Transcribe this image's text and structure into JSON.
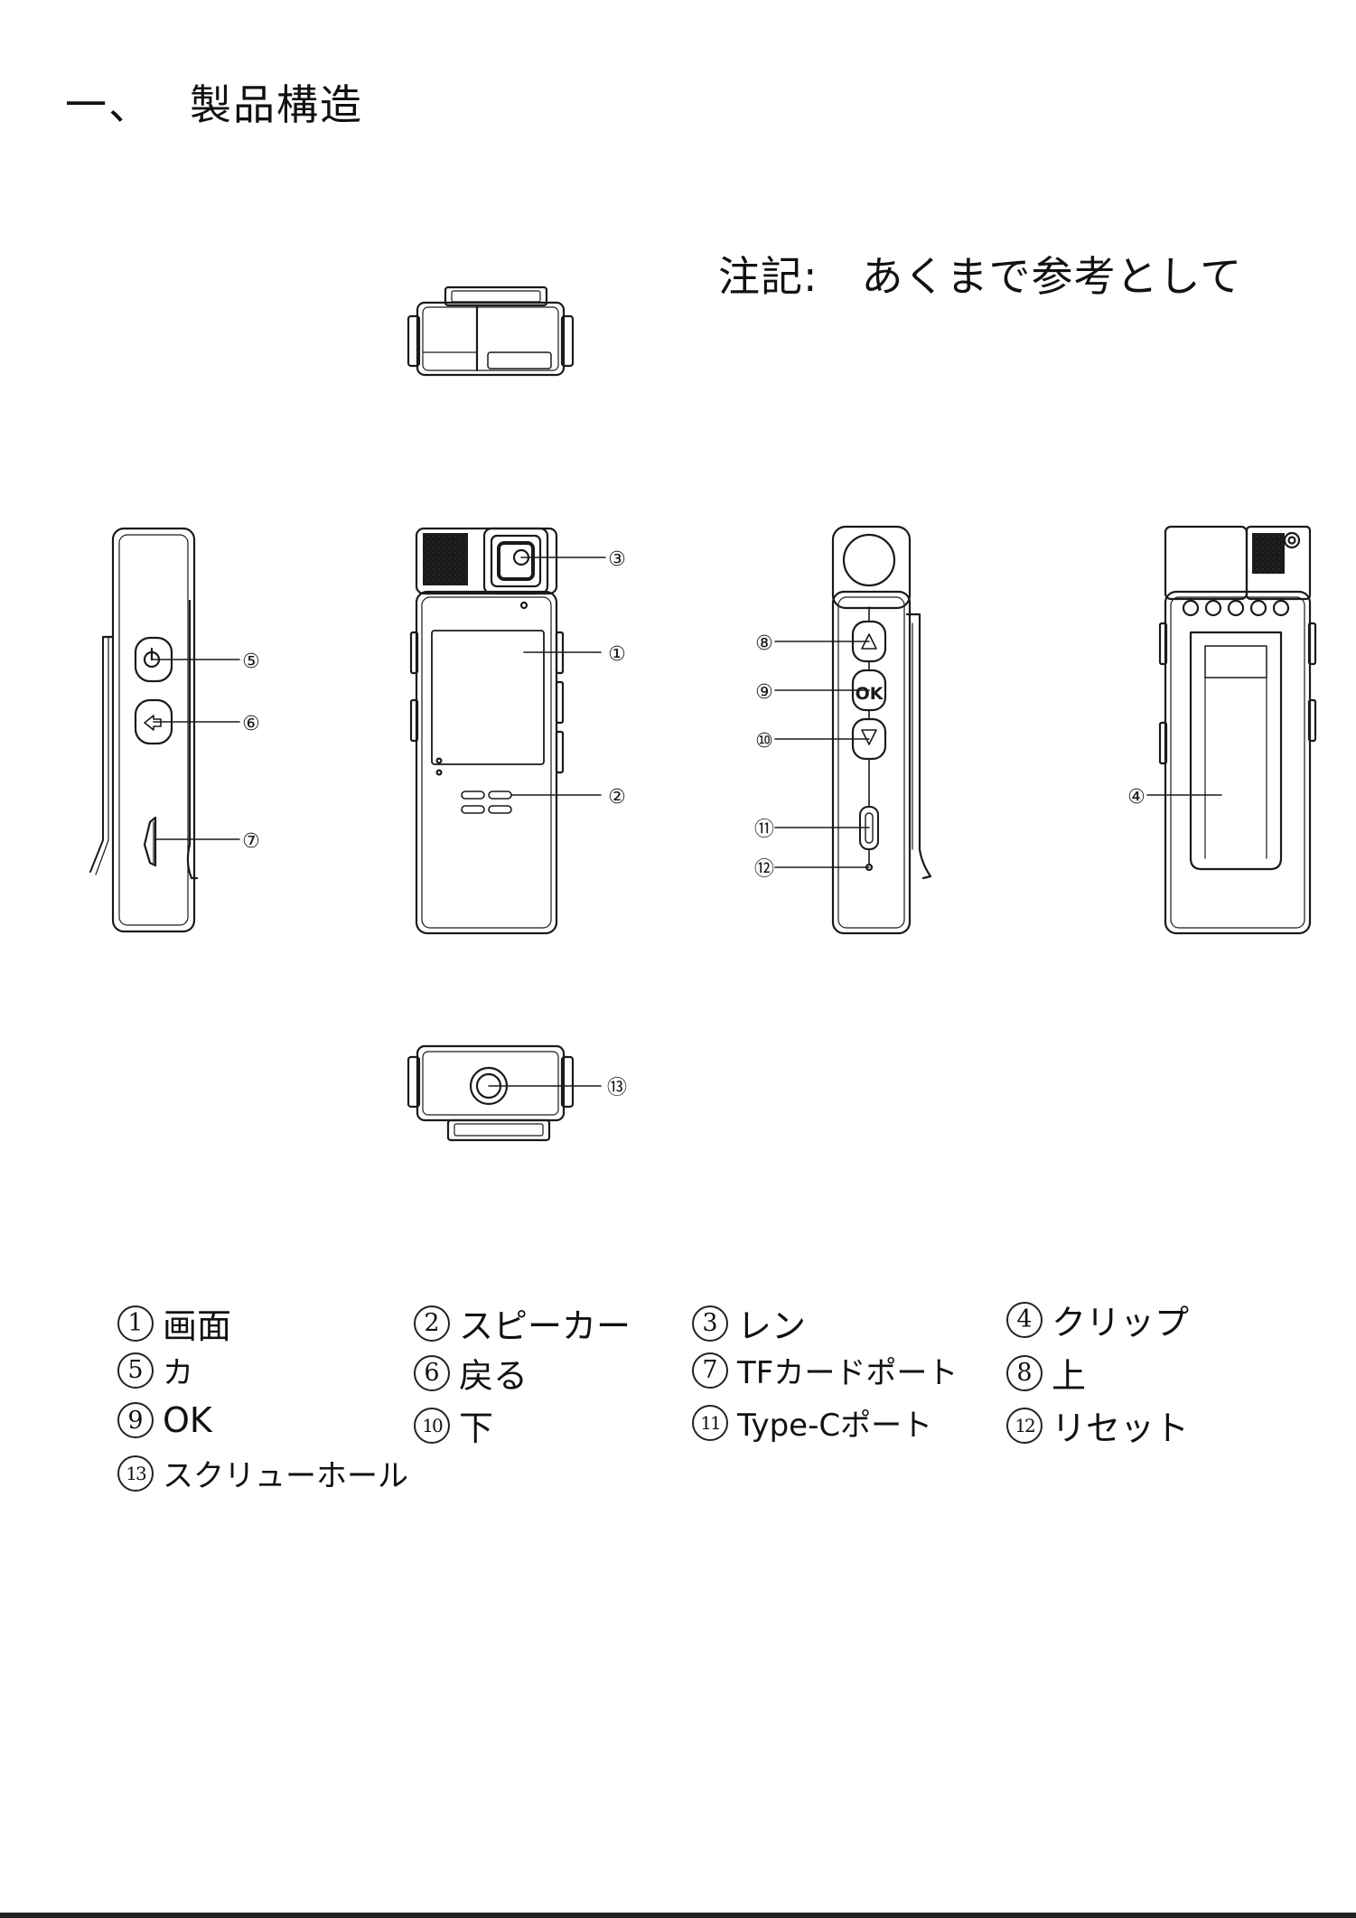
{
  "heading": {
    "number": "一、",
    "title": "製品構造"
  },
  "note": {
    "label": "注記:",
    "text": "あくまで参考として"
  },
  "callouts": [
    "①",
    "②",
    "③",
    "④",
    "⑤",
    "⑥",
    "⑦",
    "⑧",
    "⑨",
    "⑩",
    "⑪",
    "⑫",
    "⑬"
  ],
  "button_labels": {
    "ok": "OK"
  },
  "legend": [
    {
      "num": "1",
      "label": "画面"
    },
    {
      "num": "2",
      "label": "スピーカー"
    },
    {
      "num": "3",
      "label": "レン"
    },
    {
      "num": "4",
      "label": "クリップ"
    },
    {
      "num": "5",
      "label": "カ"
    },
    {
      "num": "6",
      "label": "戻る"
    },
    {
      "num": "7",
      "label": "TFカードポート"
    },
    {
      "num": "8",
      "label": "上"
    },
    {
      "num": "9",
      "label": "OK"
    },
    {
      "num": "10",
      "label": "下"
    },
    {
      "num": "11",
      "label": "Type-Cポート"
    },
    {
      "num": "12",
      "label": "リセット"
    },
    {
      "num": "13",
      "label": "スクリューホール"
    }
  ]
}
